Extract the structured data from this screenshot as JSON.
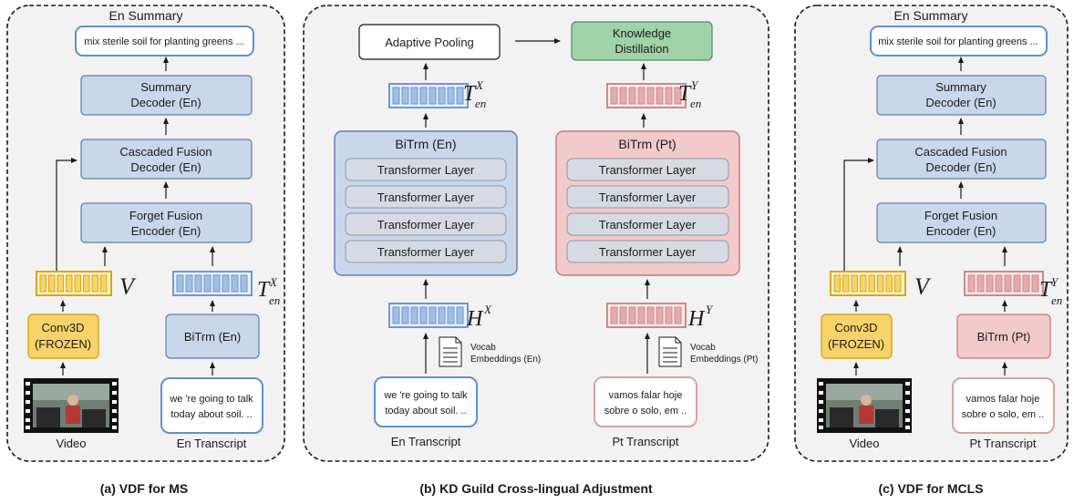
{
  "panels": {
    "a": {
      "caption": "(a) VDF for MS",
      "summary_title": "En Summary",
      "summary_text": "mix sterile soil for planting greens ...",
      "summary_decoder": [
        "Summary",
        "Decoder (En)"
      ],
      "cascaded_decoder": [
        "Cascaded Fusion",
        "Decoder (En)"
      ],
      "forget_encoder": [
        "Forget Fusion",
        "Encoder (En)"
      ],
      "video_feature_symbol": "V",
      "text_feature_symbol": "T",
      "text_feature_sub": "en",
      "text_feature_sup": "X",
      "conv3d": [
        "Conv3D",
        "(FROZEN)"
      ],
      "bitrm": "BiTrm (En)",
      "transcript_text": [
        "we 're going to talk",
        "today about soil. .."
      ],
      "video_label": "Video",
      "transcript_label": "En Transcript"
    },
    "b": {
      "caption": "(b) KD Guild Cross-lingual Adjustment",
      "adaptive_pooling": "Adaptive Pooling",
      "knowledge_distillation": [
        "Knowledge",
        "Distillation"
      ],
      "left_feature_symbol": "T",
      "left_feature_sub": "en",
      "left_feature_sup": "X",
      "right_feature_symbol": "T",
      "right_feature_sub": "en",
      "right_feature_sup": "Y",
      "left_bitrm_title": "BiTrm (En)",
      "right_bitrm_title": "BiTrm (Pt)",
      "transformer_layers": [
        "Transformer Layer",
        "Transformer Layer",
        "Transformer Layer",
        "Transformer Layer"
      ],
      "left_hidden_symbol": "H",
      "left_hidden_sup": "X",
      "right_hidden_symbol": "H",
      "right_hidden_sup": "Y",
      "left_vocab": [
        "Vocab",
        "Embeddings (En)"
      ],
      "right_vocab": [
        "Vocab",
        "Embeddings  (Pt)"
      ],
      "left_transcript_text": [
        "we 're going to talk",
        "today about soil. .."
      ],
      "right_transcript_text": [
        "vamos falar hoje",
        "sobre o solo, em .."
      ],
      "left_transcript_label": "En Transcript",
      "right_transcript_label": "Pt Transcript"
    },
    "c": {
      "caption": "(c) VDF for MCLS",
      "summary_title": "En Summary",
      "summary_text": "mix sterile soil for planting greens ...",
      "summary_decoder": [
        "Summary",
        "Decoder (En)"
      ],
      "cascaded_decoder": [
        "Cascaded Fusion",
        "Decoder (En)"
      ],
      "forget_encoder": [
        "Forget Fusion",
        "Encoder (En)"
      ],
      "video_feature_symbol": "V",
      "text_feature_symbol": "T",
      "text_feature_sub": "en",
      "text_feature_sup": "Y",
      "conv3d": [
        "Conv3D",
        "(FROZEN)"
      ],
      "bitrm": "BiTrm (Pt)",
      "transcript_text": [
        "vamos falar hoje",
        "sobre o solo, em .."
      ],
      "video_label": "Video",
      "transcript_label": "Pt Transcript"
    }
  },
  "colors": {
    "blue_box_fill": "#c9d7ea",
    "blue_box_stroke": "#5a7eb5",
    "gray_layer_fill": "#d6dbe3",
    "gray_layer_stroke": "#8f97a5",
    "pink_box_fill": "#f3caca",
    "pink_box_stroke": "#c07878",
    "green_box_fill": "#9fd3a8",
    "green_box_stroke": "#4f8c5b",
    "gold_fill": "#f8d36a",
    "gold_stroke": "#d8a514",
    "feature_blue_fill": "#9fbfe6",
    "feature_blue_stroke": "#6f98cc",
    "feature_pink_fill": "#e7aaaa",
    "feature_pink_stroke": "#c98a8a",
    "panel_background": "#f2f2f2",
    "outline_blue": "#5b92d4",
    "outline_pink": "#d9a2a2"
  },
  "icons": {
    "video": "film-strip-icon",
    "vocab": "document-icon"
  }
}
